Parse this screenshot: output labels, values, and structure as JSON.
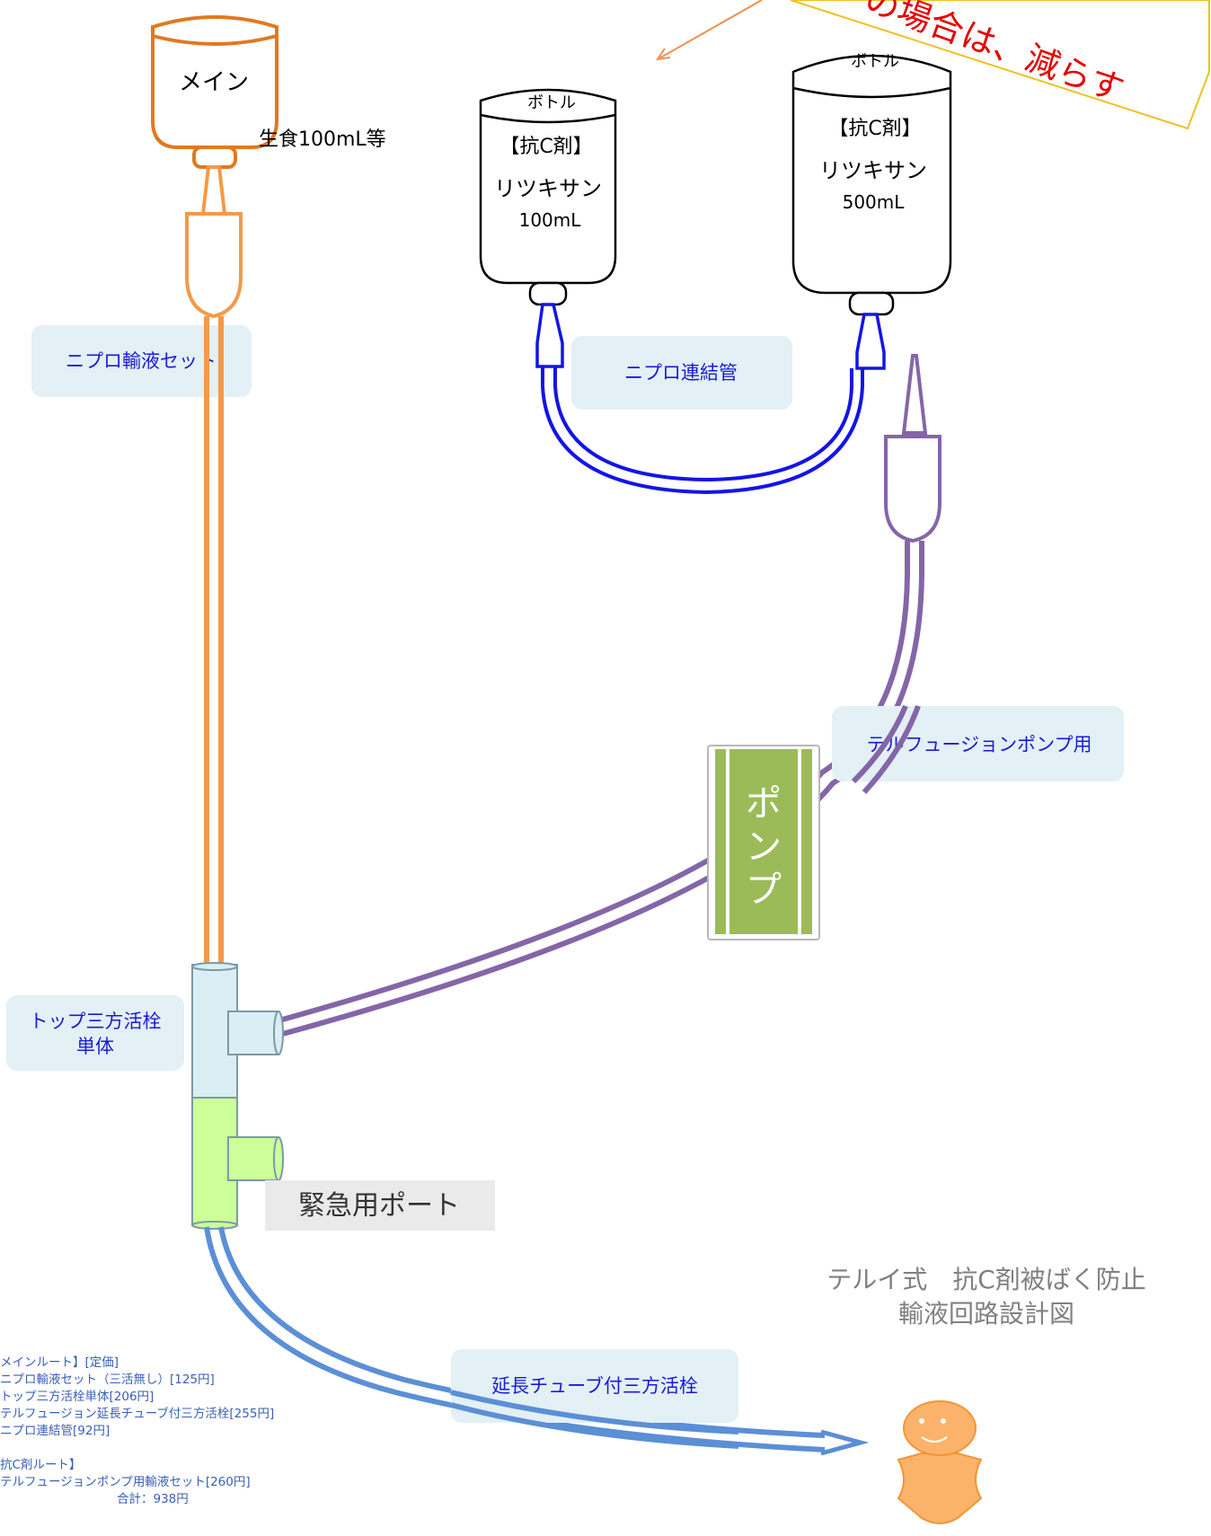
{
  "banner": {
    "text": "の場合は、減らす"
  },
  "main_bag": {
    "label": "メイン",
    "contents": "生食100mL等"
  },
  "bottle_100": {
    "header": "ボトル",
    "category": "【抗C剤】",
    "drug": "リツキサン",
    "volume": "100mL"
  },
  "bottle_500": {
    "header": "ボトル",
    "category": "【抗C剤】",
    "drug": "リツキサン",
    "volume": "500mL"
  },
  "labels": {
    "nipro_infusion_set": "ニプロ輸液セット",
    "nipro_connector": "ニプロ連結管",
    "terufusion_pump": "テルフュージョンポンプ用",
    "pump": "ポンプ",
    "top_stopcock_line1": "トップ三方活栓",
    "top_stopcock_line2": "単体",
    "emergency_port": "緊急用ポート",
    "extension_tube": "延長チューブ付三方活栓"
  },
  "design_title": {
    "line1": "テルイ式　抗C剤被ばく防止",
    "line2": "輸液回路設計図"
  },
  "costs": {
    "main_route_header": "メインルート】[定価]",
    "main_items": [
      "ニプロ輸液セット（三活無し）[125円]",
      "トップ三方活栓単体[206円]",
      "テルフュージョン延長チューブ付三方活栓[255円]",
      "ニプロ連結管[92円]"
    ],
    "chemo_route_header": "抗C剤ルート】",
    "chemo_items": [
      "テルフュージョンポンプ用輸液セット[260円]"
    ],
    "total": "合計：938円"
  },
  "colors": {
    "main_line": "#f29a4a",
    "bag_outline": "#e2781e",
    "connector_blue": "#1414e6",
    "pump_line": "#8466a8",
    "pump_green": "#9bbb59",
    "stopcock_blue": "#daeef3",
    "stopcock_green": "#ccff99",
    "extension_blue": "#5b8fd6",
    "banner_red": "#e60000",
    "patient_orange": "#fbb36b"
  }
}
